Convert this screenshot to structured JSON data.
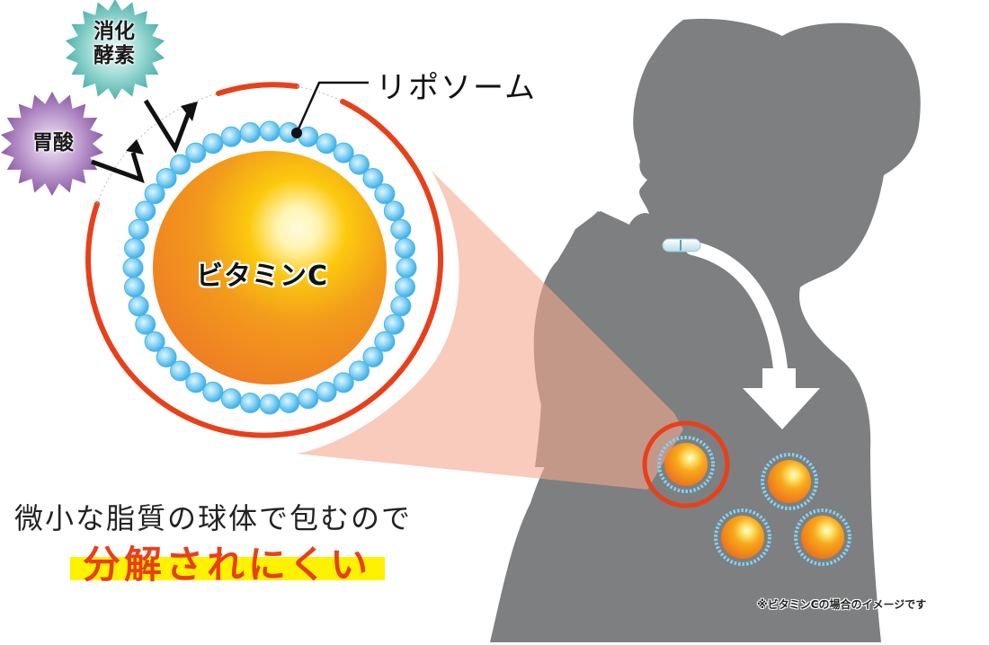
{
  "diagram": {
    "threats": [
      {
        "id": "digestive-enzyme",
        "label": "消化\n酵素",
        "line1": "消化",
        "line2": "酵素",
        "color": "#5bbcb5"
      },
      {
        "id": "stomach-acid",
        "label": "胃酸",
        "color": "#9b6bb0"
      }
    ],
    "liposome_label": "リポソーム",
    "core_label": "ビタミンC",
    "headline": "微小な脂質の球体で包むので",
    "headline_accent": "分解されにくい",
    "footnote": "※ビタミンCの場合のイメージです",
    "colors": {
      "silhouette": "#7d7f80",
      "cone": "#f6c4b3",
      "ring": "#e8401a",
      "bead": "#6cc6ef",
      "core_outer": "#ee7d22",
      "core_mid": "#fbc20c",
      "core_light": "#fff7c0",
      "highlight": "#fff200",
      "accent_text": "#e8401a"
    }
  }
}
